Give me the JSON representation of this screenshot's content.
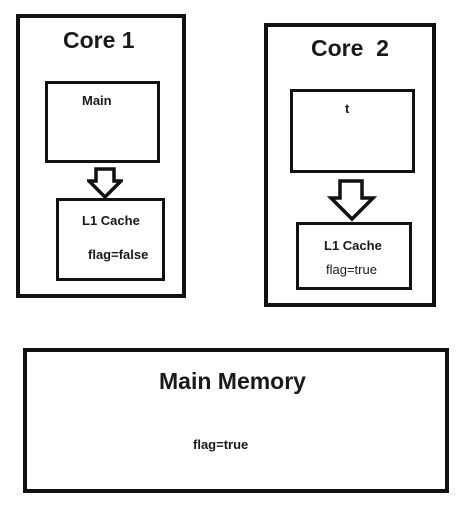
{
  "core1": {
    "title": "Core 1",
    "thread_label": "Main",
    "cache_title": "L1 Cache",
    "cache_value": "flag=false"
  },
  "core2": {
    "title": "Core  2",
    "thread_label": "t",
    "cache_title": "L1 Cache",
    "cache_value": "flag=true"
  },
  "memory": {
    "title": "Main Memory",
    "value": "flag=true"
  },
  "colors": {
    "stroke": "#111111",
    "background": "#ffffff"
  }
}
